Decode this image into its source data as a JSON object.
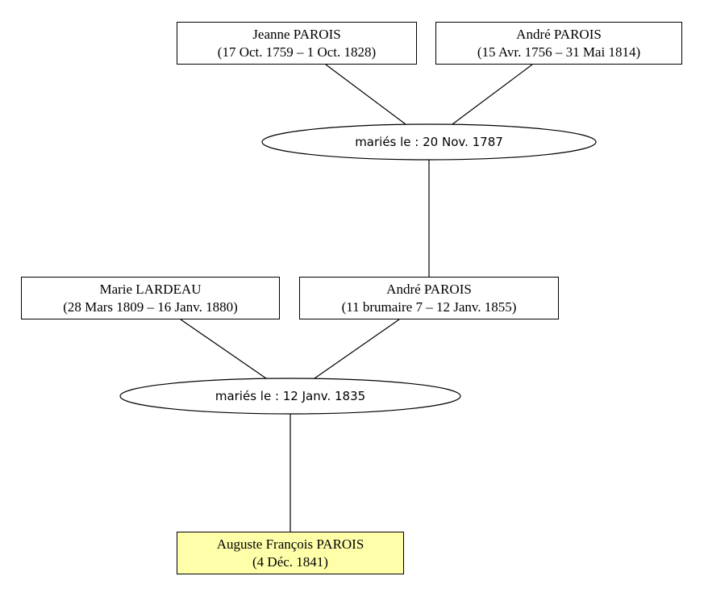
{
  "colors": {
    "line": "#000000",
    "box_border": "#000000",
    "box_fill": "#ffffff",
    "focus_fill": "#ffffaa"
  },
  "persons": {
    "jeanne_parois": {
      "name": "Jeanne PAROIS",
      "dates": "(17 Oct. 1759 – 1 Oct. 1828)"
    },
    "andre_parois_sr": {
      "name": "André PAROIS",
      "dates": "(15 Avr. 1756 – 31 Mai 1814)"
    },
    "marie_lardeau": {
      "name": "Marie LARDEAU",
      "dates": "(28 Mars 1809 – 16 Janv. 1880)"
    },
    "andre_parois_jr": {
      "name": "André PAROIS",
      "dates": "(11 brumaire 7 – 12 Janv. 1855)"
    },
    "auguste_parois": {
      "name": "Auguste François PAROIS",
      "dates": "(4 Déc. 1841)"
    }
  },
  "marriages": {
    "m1787": {
      "label": "mariés le : 20 Nov. 1787"
    },
    "m1835": {
      "label": "mariés le : 12 Janv. 1835"
    }
  }
}
